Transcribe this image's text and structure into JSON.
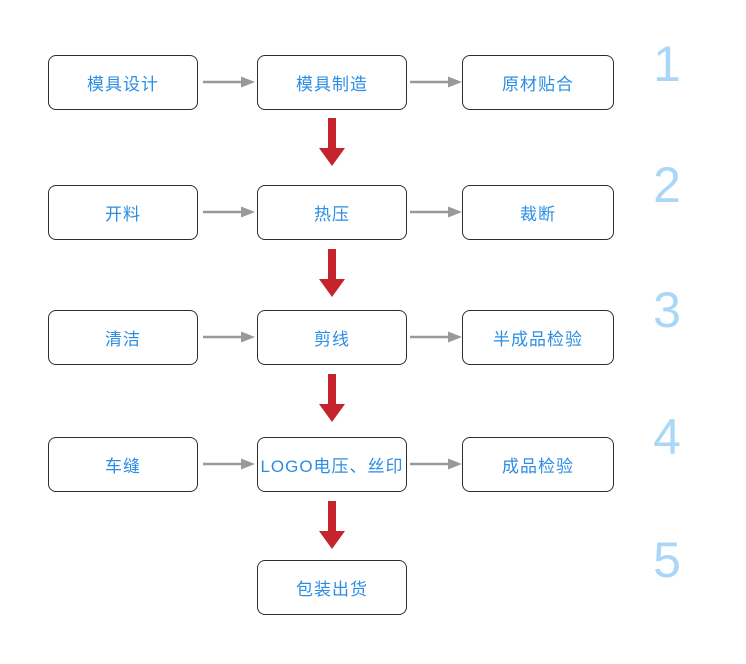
{
  "flowchart": {
    "rows": [
      {
        "number": "1",
        "steps": [
          "模具设计",
          "模具制造",
          "原材贴合"
        ]
      },
      {
        "number": "2",
        "steps": [
          "开料",
          "热压",
          "裁断"
        ]
      },
      {
        "number": "3",
        "steps": [
          "清洁",
          "剪线",
          "半成品检验"
        ]
      },
      {
        "number": "4",
        "steps": [
          "车缝",
          "LOGO电压、丝印",
          "成品检验"
        ]
      },
      {
        "number": "5",
        "steps": [
          "包装出货"
        ]
      }
    ],
    "colors": {
      "step_text": "#2b8de4",
      "box_border": "#2d2d2d",
      "stage_number_text": "#abd7f7",
      "flow_arrow": "#999999",
      "stage_arrow": "#c5242d",
      "background": "#ffffff"
    }
  }
}
